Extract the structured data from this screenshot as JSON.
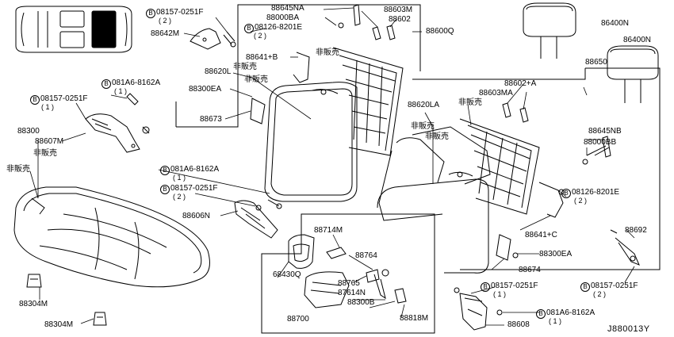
{
  "diagram": {
    "code": "J880013Y",
    "not_for_sale": "非販売",
    "labels": {
      "l_08157_0251F_a": "08157-0251F",
      "l_08157_0251F_a_q": "( 2 )",
      "l_88642M": "88642M",
      "l_88645NA": "88645NA",
      "l_88000BA": "88000BA",
      "l_08126_8201E_a": "08126-8201E",
      "l_08126_8201E_a_q": "( 2 )",
      "l_88603M": "88603M",
      "l_88602": "88602",
      "l_88600Q": "88600Q",
      "l_86400N_a": "86400N",
      "l_86400N_b": "86400N",
      "l_88641B": "88641+B",
      "l_88620L": "88620L",
      "l_88300EA_a": "88300EA",
      "l_88673": "88673",
      "l_081A6_8162A_a": "081A6-8162A",
      "l_081A6_8162A_a_q": "( 1 )",
      "l_08157_0251F_b": "08157-0251F",
      "l_08157_0251F_b_q": "( 1 )",
      "l_88300": "88300",
      "l_88607M": "88607M",
      "l_88650": "88650",
      "l_88602A": "88602+A",
      "l_88603MA": "88603MA",
      "l_88620LA": "88620LA",
      "l_88645NB": "88645NB",
      "l_88000BB": "88000BB",
      "l_081A6_8162A_b": "081A6-8162A",
      "l_081A6_8162A_b_q": "( 1 )",
      "l_08157_0251F_c": "08157-0251F",
      "l_08157_0251F_c_q": "( 2 )",
      "l_88606N": "88606N",
      "l_08126_8201E_b": "08126-8201E",
      "l_08126_8201E_b_q": "( 2 )",
      "l_88641C": "88641+C",
      "l_88692": "88692",
      "l_88714M": "88714M",
      "l_88764": "88764",
      "l_68430Q": "68430Q",
      "l_88765": "88765",
      "l_87614N": "87614N",
      "l_88300B": "88300B",
      "l_88818M": "88818M",
      "l_88700": "88700",
      "l_88300EA_b": "88300EA",
      "l_88674": "88674",
      "l_08157_0251F_d": "08157-0251F",
      "l_08157_0251F_d_q": "( 1 )",
      "l_08157_0251F_e": "08157-0251F",
      "l_08157_0251F_e_q": "( 2 )",
      "l_081A6_8162A_c": "081A6-8162A",
      "l_081A6_8162A_c_q": "( 1 )",
      "l_88608": "88608",
      "l_88304M_a": "88304M",
      "l_88304M_b": "88304M"
    },
    "bolt_symbol": "B"
  }
}
